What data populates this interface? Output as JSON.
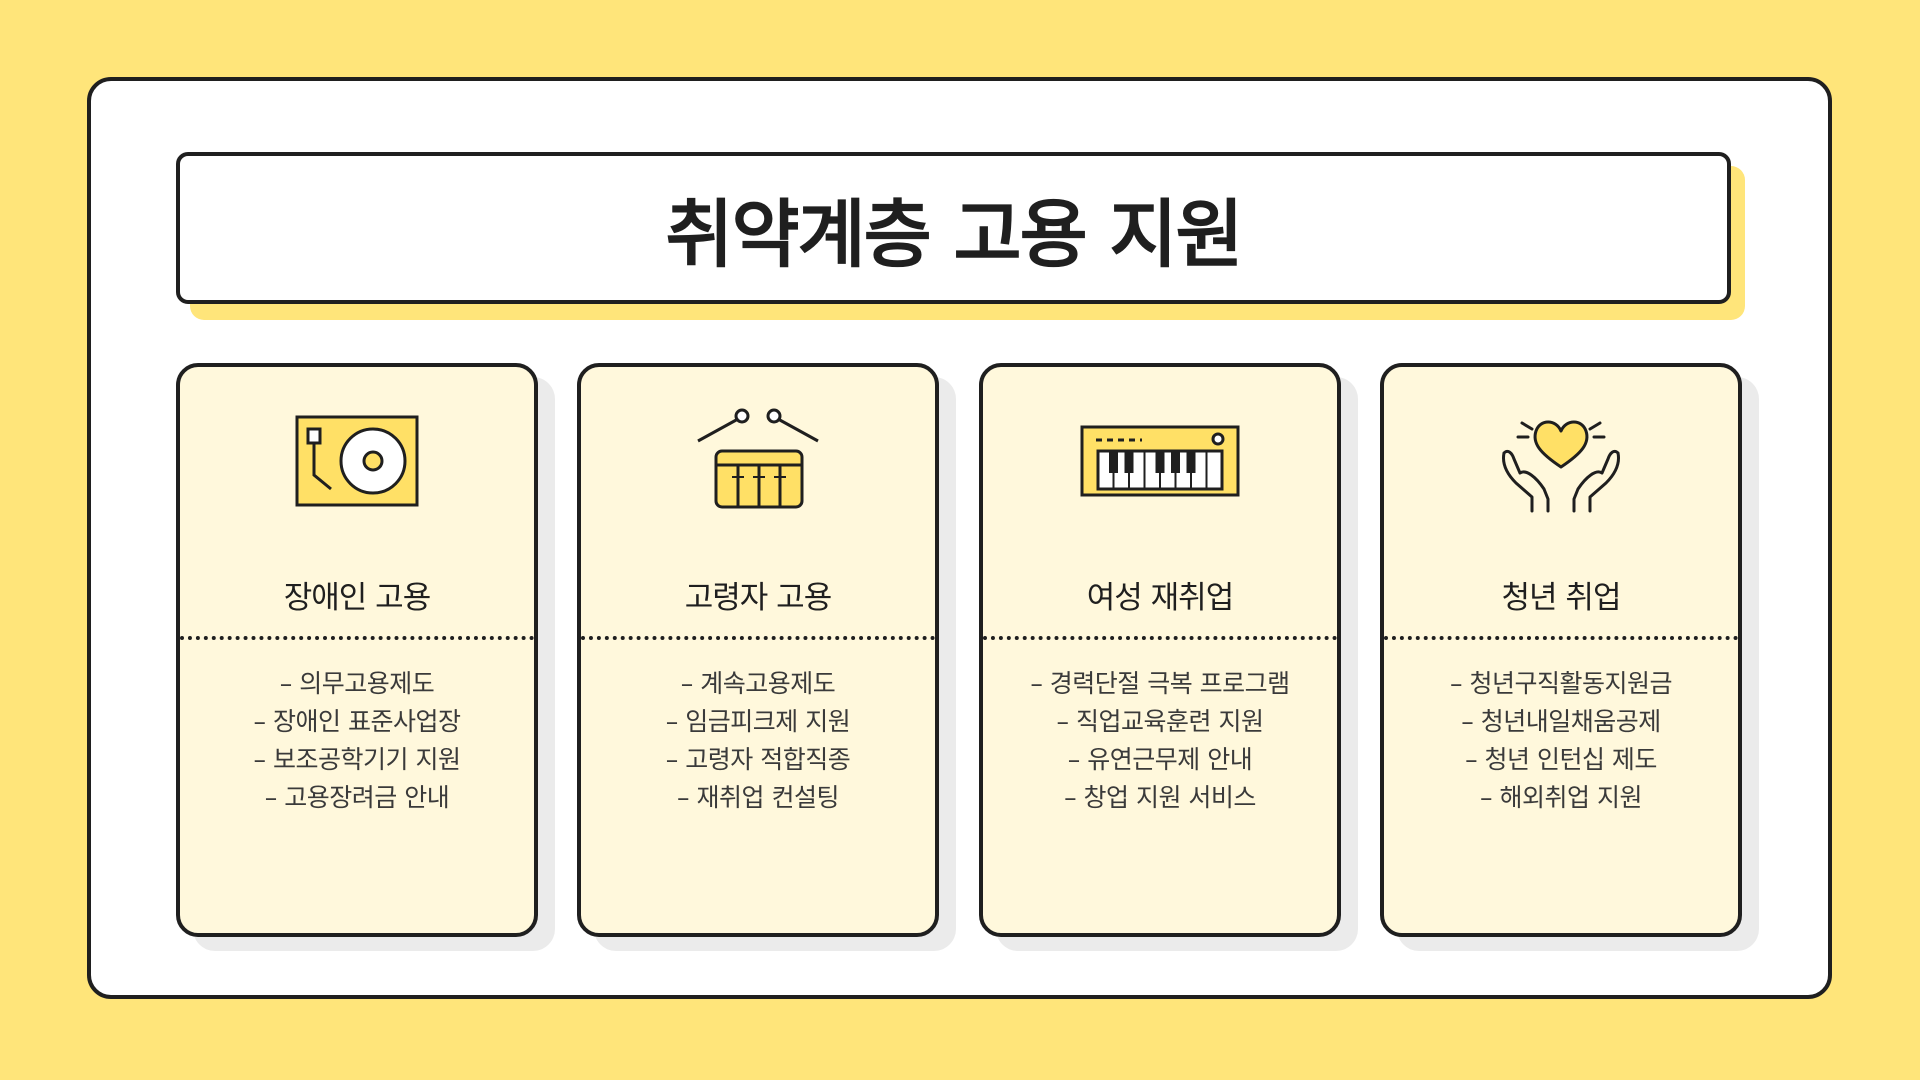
{
  "title": "취약계층 고용 지원",
  "colors": {
    "background": "#ffe57a",
    "accent": "#ffe066",
    "card_fill": "#fff8dc",
    "outline": "#1f1f1f"
  },
  "cards": [
    {
      "icon": "turntable-icon",
      "heading": "장애인 고용",
      "items": [
        "– 의무고용제도",
        "– 장애인 표준사업장",
        "– 보조공학기기 지원",
        "– 고용장려금 안내"
      ]
    },
    {
      "icon": "drum-icon",
      "heading": "고령자 고용",
      "items": [
        "– 계속고용제도",
        "– 임금피크제 지원",
        "– 고령자 적합직종",
        "– 재취업 컨설팅"
      ]
    },
    {
      "icon": "keyboard-icon",
      "heading": "여성 재취업",
      "items": [
        "– 경력단절 극복 프로그램",
        "– 직업교육훈련 지원",
        "– 유연근무제 안내",
        "– 창업 지원 서비스"
      ]
    },
    {
      "icon": "heart-hands-icon",
      "heading": "청년 취업",
      "items": [
        "– 청년구직활동지원금",
        "– 청년내일채움공제",
        "– 청년 인턴십 제도",
        "– 해외취업 지원"
      ]
    }
  ]
}
